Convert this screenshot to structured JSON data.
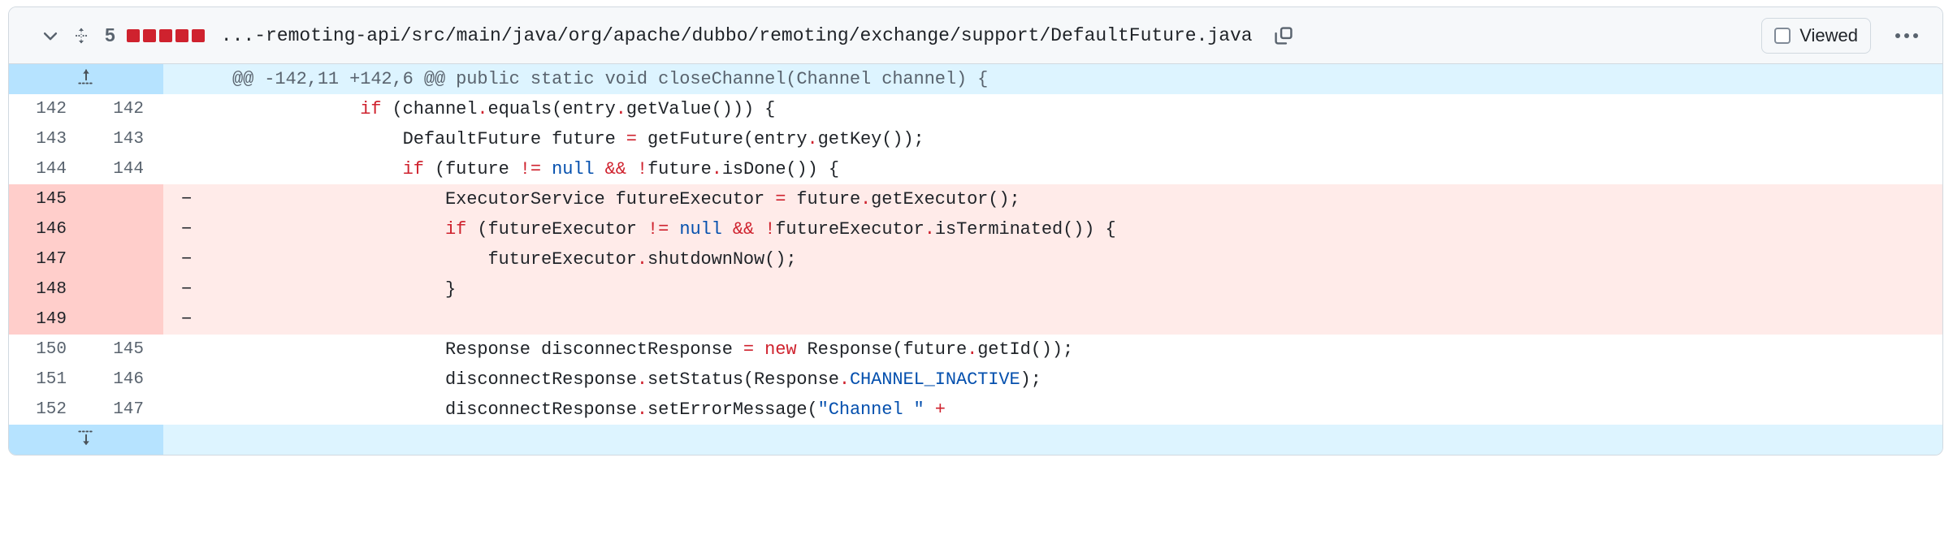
{
  "header": {
    "collapse_icon": "chevron-down-icon",
    "drag_icon": "drag-handle-icon",
    "change_count": "5",
    "diffstat": {
      "deleted_blocks": 5,
      "neutral_blocks": 0,
      "deleted_color": "#cf222e"
    },
    "file_path": "...-remoting-api/src/main/java/org/apache/dubbo/remoting/exchange/support/DefaultFuture.java",
    "copy_icon": "copy-icon",
    "viewed_label": "Viewed",
    "viewed_checked": false,
    "menu_icon": "kebab-menu-icon"
  },
  "hunk": {
    "expand_up_icon": "expand-up-icon",
    "header_text": "@@ -142,11 +142,6 @@ public static void closeChannel(Channel channel) {",
    "expand_down_icon": "expand-down-icon"
  },
  "rows": [
    {
      "type": "ctx",
      "old": "142",
      "new": "142",
      "marker": "",
      "tokens": [
        {
          "t": "            ",
          "c": ""
        },
        {
          "t": "if",
          "c": "k"
        },
        {
          "t": " (channel",
          "c": ""
        },
        {
          "t": ".",
          "c": "k"
        },
        {
          "t": "equals(entry",
          "c": ""
        },
        {
          "t": ".",
          "c": "k"
        },
        {
          "t": "getValue())) {",
          "c": ""
        }
      ]
    },
    {
      "type": "ctx",
      "old": "143",
      "new": "143",
      "marker": "",
      "tokens": [
        {
          "t": "                DefaultFuture future ",
          "c": ""
        },
        {
          "t": "=",
          "c": "k"
        },
        {
          "t": " getFuture(entry",
          "c": ""
        },
        {
          "t": ".",
          "c": "k"
        },
        {
          "t": "getKey());",
          "c": ""
        }
      ]
    },
    {
      "type": "ctx",
      "old": "144",
      "new": "144",
      "marker": "",
      "tokens": [
        {
          "t": "                ",
          "c": ""
        },
        {
          "t": "if",
          "c": "k"
        },
        {
          "t": " (future ",
          "c": ""
        },
        {
          "t": "!=",
          "c": "k"
        },
        {
          "t": " ",
          "c": ""
        },
        {
          "t": "null",
          "c": "c"
        },
        {
          "t": " ",
          "c": ""
        },
        {
          "t": "&&",
          "c": "k"
        },
        {
          "t": " ",
          "c": ""
        },
        {
          "t": "!",
          "c": "k"
        },
        {
          "t": "future",
          "c": ""
        },
        {
          "t": ".",
          "c": "k"
        },
        {
          "t": "isDone()) {",
          "c": ""
        }
      ]
    },
    {
      "type": "del",
      "old": "145",
      "new": "",
      "marker": "−",
      "tokens": [
        {
          "t": "                    ExecutorService futureExecutor ",
          "c": ""
        },
        {
          "t": "=",
          "c": "k"
        },
        {
          "t": " future",
          "c": ""
        },
        {
          "t": ".",
          "c": "k"
        },
        {
          "t": "getExecutor();",
          "c": ""
        }
      ]
    },
    {
      "type": "del",
      "old": "146",
      "new": "",
      "marker": "−",
      "tokens": [
        {
          "t": "                    ",
          "c": ""
        },
        {
          "t": "if",
          "c": "k"
        },
        {
          "t": " (futureExecutor ",
          "c": ""
        },
        {
          "t": "!=",
          "c": "k"
        },
        {
          "t": " ",
          "c": ""
        },
        {
          "t": "null",
          "c": "c"
        },
        {
          "t": " ",
          "c": ""
        },
        {
          "t": "&&",
          "c": "k"
        },
        {
          "t": " ",
          "c": ""
        },
        {
          "t": "!",
          "c": "k"
        },
        {
          "t": "futureExecutor",
          "c": ""
        },
        {
          "t": ".",
          "c": "k"
        },
        {
          "t": "isTerminated()) {",
          "c": ""
        }
      ]
    },
    {
      "type": "del",
      "old": "147",
      "new": "",
      "marker": "−",
      "tokens": [
        {
          "t": "                        futureExecutor",
          "c": ""
        },
        {
          "t": ".",
          "c": "k"
        },
        {
          "t": "shutdownNow();",
          "c": ""
        }
      ]
    },
    {
      "type": "del",
      "old": "148",
      "new": "",
      "marker": "−",
      "tokens": [
        {
          "t": "                    }",
          "c": ""
        }
      ]
    },
    {
      "type": "del",
      "old": "149",
      "new": "",
      "marker": "−",
      "tokens": [
        {
          "t": "",
          "c": ""
        }
      ]
    },
    {
      "type": "ctx",
      "old": "150",
      "new": "145",
      "marker": "",
      "tokens": [
        {
          "t": "                    Response disconnectResponse ",
          "c": ""
        },
        {
          "t": "=",
          "c": "k"
        },
        {
          "t": " ",
          "c": ""
        },
        {
          "t": "new",
          "c": "k"
        },
        {
          "t": " Response(future",
          "c": ""
        },
        {
          "t": ".",
          "c": "k"
        },
        {
          "t": "getId());",
          "c": ""
        }
      ]
    },
    {
      "type": "ctx",
      "old": "151",
      "new": "146",
      "marker": "",
      "tokens": [
        {
          "t": "                    disconnectResponse",
          "c": ""
        },
        {
          "t": ".",
          "c": "k"
        },
        {
          "t": "setStatus(Response",
          "c": ""
        },
        {
          "t": ".",
          "c": "k"
        },
        {
          "t": "CHANNEL_INACTIVE",
          "c": "c"
        },
        {
          "t": ");",
          "c": ""
        }
      ]
    },
    {
      "type": "ctx",
      "old": "152",
      "new": "147",
      "marker": "",
      "tokens": [
        {
          "t": "                    disconnectResponse",
          "c": ""
        },
        {
          "t": ".",
          "c": "k"
        },
        {
          "t": "setErrorMessage(",
          "c": ""
        },
        {
          "t": "\"Channel \"",
          "c": "c"
        },
        {
          "t": " ",
          "c": ""
        },
        {
          "t": "+",
          "c": "k"
        }
      ]
    }
  ]
}
